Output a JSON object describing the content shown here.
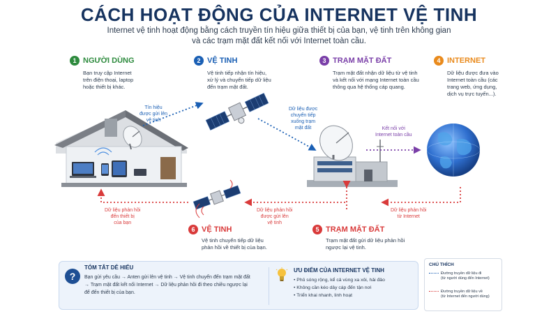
{
  "header": {
    "title": "CÁCH HOẠT ĐỘNG CỦA INTERNET VỆ TINH",
    "subtitle": "Internet vệ tinh hoạt động bằng cách truyền tín hiệu giữa thiết bị của bạn, vệ tinh trên không gian và các trạm mặt đất kết nối với Internet toàn cầu."
  },
  "steps": [
    {
      "num": "1",
      "title": "NGƯỜI DÙNG",
      "color": "#2e8b3e",
      "desc": [
        "Bạn truy cập Internet",
        "trên điện thoại, laptop",
        "hoặc thiết bị khác."
      ]
    },
    {
      "num": "2",
      "title": "VỆ TINH",
      "color": "#1a5fb4",
      "desc": [
        "Vệ tinh tiếp nhận tín hiệu,",
        "xử lý và chuyển tiếp dữ liệu",
        "đến trạm mặt đất."
      ]
    },
    {
      "num": "3",
      "title": "TRẠM MẶT ĐẤT",
      "color": "#7a3fa8",
      "desc": [
        "Trạm mặt đất nhận dữ liệu từ vệ tinh",
        "và kết nối với mạng Internet toàn cầu",
        "thông qua hệ thống cáp quang."
      ]
    },
    {
      "num": "4",
      "title": "INTERNET",
      "color": "#e98a1c",
      "desc": [
        "Dữ liệu được đưa vào",
        "Internet toàn cầu (các",
        "trang web, ứng dụng,",
        "dịch vụ trực tuyến...)."
      ]
    },
    {
      "num": "5",
      "title": "TRẠM MẶT ĐẤT",
      "color": "#d93a3a",
      "desc": [
        "Trạm mặt đất gửi dữ liệu phản hồi",
        "ngược lại vệ tinh."
      ]
    },
    {
      "num": "6",
      "title": "VỆ TINH",
      "color": "#d93a3a",
      "desc": [
        "Vệ tinh chuyển tiếp dữ liệu",
        "phản hồi về thiết bị của bạn."
      ]
    }
  ],
  "flow_labels": {
    "uplink": [
      "Tín hiệu",
      "được gửi lên",
      "vệ tinh"
    ],
    "downlink": [
      "Dữ liệu được",
      "chuyển tiếp",
      "xuống trạm",
      "mặt đất"
    ],
    "internet_link": [
      "Kết nối với",
      "Internet toàn cầu"
    ],
    "return_internet": [
      "Dữ liệu phản hồi",
      "từ Internet"
    ],
    "return_up": [
      "Dữ liệu phản hồi",
      "được gửi lên",
      "vệ tinh"
    ],
    "return_device": [
      "Dữ liệu phản hồi",
      "đến thiết bị",
      "của bạn"
    ]
  },
  "summary": {
    "icon": "?",
    "title": "TÓM TẮT DỄ HIỂU",
    "lines": [
      "Bạn gửi yêu cầu → Anten gửi lên vệ tinh → Vệ tinh chuyển đến trạm mặt đất",
      "→ Trạm mặt đất kết nối Internet → Dữ liệu phản hồi đi theo chiều ngược lại",
      "để đến thiết bị của bạn."
    ]
  },
  "advantages": {
    "title": "ƯU ĐIỂM CỦA INTERNET VỆ TINH",
    "items": [
      "Phủ sóng rộng, kể cả vùng xa xôi, hải đảo",
      "Không cần kéo dây cáp đến tận nơi",
      "Triển khai nhanh, linh hoạt"
    ]
  },
  "legend": {
    "title": "CHÚ THÍCH",
    "items": [
      {
        "color": "#1a5fb4",
        "lines": [
          "Đường truyền dữ liệu đi",
          "(từ người dùng đến Internet)"
        ]
      },
      {
        "color": "#d93a3a",
        "lines": [
          "Đường truyền dữ liệu về",
          "(từ Internet đến người dùng)"
        ]
      }
    ]
  },
  "colors": {
    "title": "#16335f",
    "blue": "#1a5fb4",
    "red": "#d93a3a",
    "purple": "#7a3fa8"
  }
}
